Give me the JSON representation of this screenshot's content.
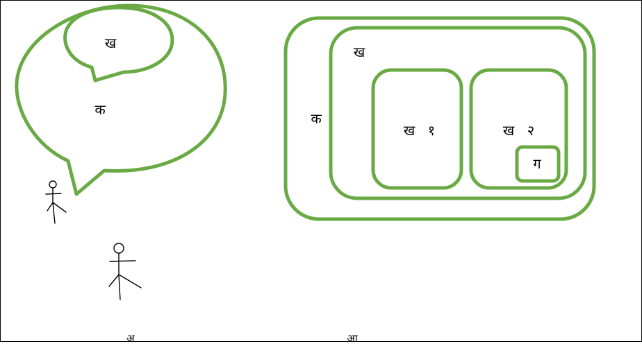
{
  "colors": {
    "outline": "#6aaa45",
    "ink": "#000000",
    "frame": "#000000",
    "background": "#ffffff"
  },
  "panel_a": {
    "caption": "अ",
    "big_bubble_label": "क",
    "small_bubble_label": "ख",
    "figures": [
      "stick-figure-small",
      "stick-figure-large"
    ]
  },
  "panel_b": {
    "caption": "आ",
    "outer_label": "क",
    "middle_label": "ख",
    "inner_left_label": "ख",
    "inner_left_number": "१",
    "inner_right_label": "ख",
    "inner_right_number": "२",
    "innermost_label": "ग"
  }
}
